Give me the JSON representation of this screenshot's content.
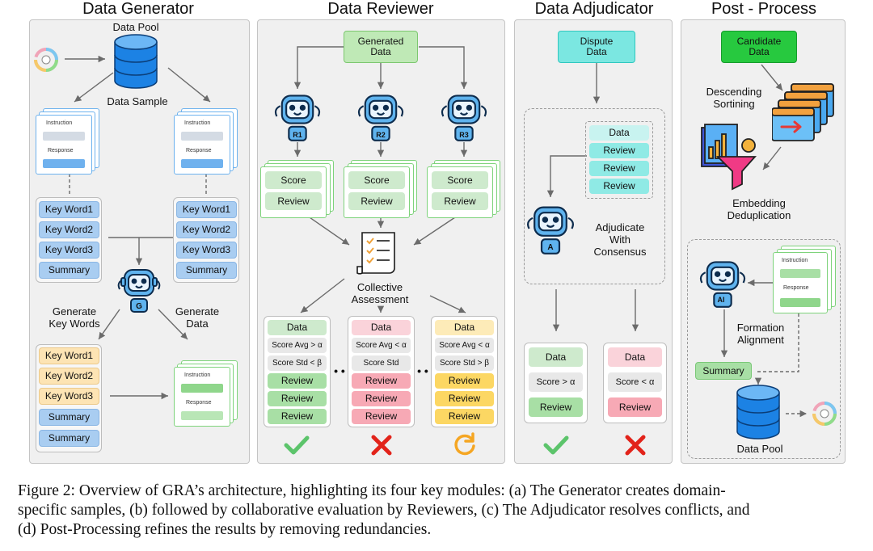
{
  "panels": {
    "generator": {
      "title": "Data Generator",
      "data_pool": "Data Pool",
      "data_sample": "Data Sample",
      "card_instruction": "Instruction",
      "card_response": "Response",
      "left_stack": [
        "Key Word1",
        "Key Word2",
        "Key Word3",
        "Summary"
      ],
      "right_stack": [
        "Key Word1",
        "Key Word2",
        "Key Word3",
        "Summary"
      ],
      "robot_label": "G",
      "generate_keywords": [
        "Generate",
        "Key Words"
      ],
      "generate_data": [
        "Generate",
        "Data"
      ],
      "bottom_stack": [
        "Key Word1",
        "Key Word2",
        "Key Word3",
        "Summary",
        "Summary"
      ]
    },
    "reviewer": {
      "title": "Data Reviewer",
      "generated_data": [
        "Generated",
        "Data"
      ],
      "robots": [
        "R1",
        "R2",
        "R3"
      ],
      "score": "Score",
      "review": "Review",
      "collective": [
        "Collective",
        "Assessment"
      ],
      "columns": [
        {
          "head": "Data",
          "rows": [
            "Score Avg > α",
            "Score Std < β"
          ],
          "reviews": [
            "Review",
            "Review",
            "Review"
          ],
          "result": "check"
        },
        {
          "head": "Data",
          "rows": [
            "Score Avg < α",
            "Score Std"
          ],
          "reviews": [
            "Review",
            "Review",
            "Review"
          ],
          "result": "cross"
        },
        {
          "head": "Data",
          "rows": [
            "Score Avg < α",
            "Score Std > β"
          ],
          "reviews": [
            "Review",
            "Review",
            "Review"
          ],
          "result": "refresh"
        }
      ],
      "ellipsis": "• •"
    },
    "adjudicator": {
      "title": "Data Adjudicator",
      "dispute_data": [
        "Dispute",
        "Data"
      ],
      "stack": [
        "Data",
        "Review",
        "Review",
        "Review"
      ],
      "robot_label": "A",
      "adjudicate": [
        "Adjudicate",
        "With",
        "Consensus"
      ],
      "columns": [
        {
          "head": "Data",
          "score": "Score > α",
          "review": "Review",
          "result": "check"
        },
        {
          "head": "Data",
          "score": "Score < α",
          "review": "Review",
          "result": "cross"
        }
      ]
    },
    "postprocess": {
      "title": "Post - Process",
      "candidate_data": [
        "Candidate",
        "Data"
      ],
      "descending": [
        "Descending",
        "Sortining"
      ],
      "embedding": [
        "Embedding",
        "Deduplication"
      ],
      "robot_label": "AI",
      "formation": [
        "Formation",
        "Alignment"
      ],
      "summary": "Summary",
      "card_instruction": "Instruction",
      "card_response": "Response",
      "data_pool": "Data Pool"
    }
  },
  "caption": [
    "Figure 2: Overview of GRA’s architecture, highlighting its four key modules: (a) The Generator creates domain-",
    "specific samples, (b) followed by collaborative evaluation by Reviewers, (c) The Adjudicator resolves conflicts, and",
    "(d) Post-Processing refines the results by removing redundancies."
  ],
  "colors": {
    "accent_blue": "#1f7ad6",
    "check_green": "#5cc46b",
    "cross_red": "#e2231a",
    "refresh_orange": "#f5a623"
  }
}
